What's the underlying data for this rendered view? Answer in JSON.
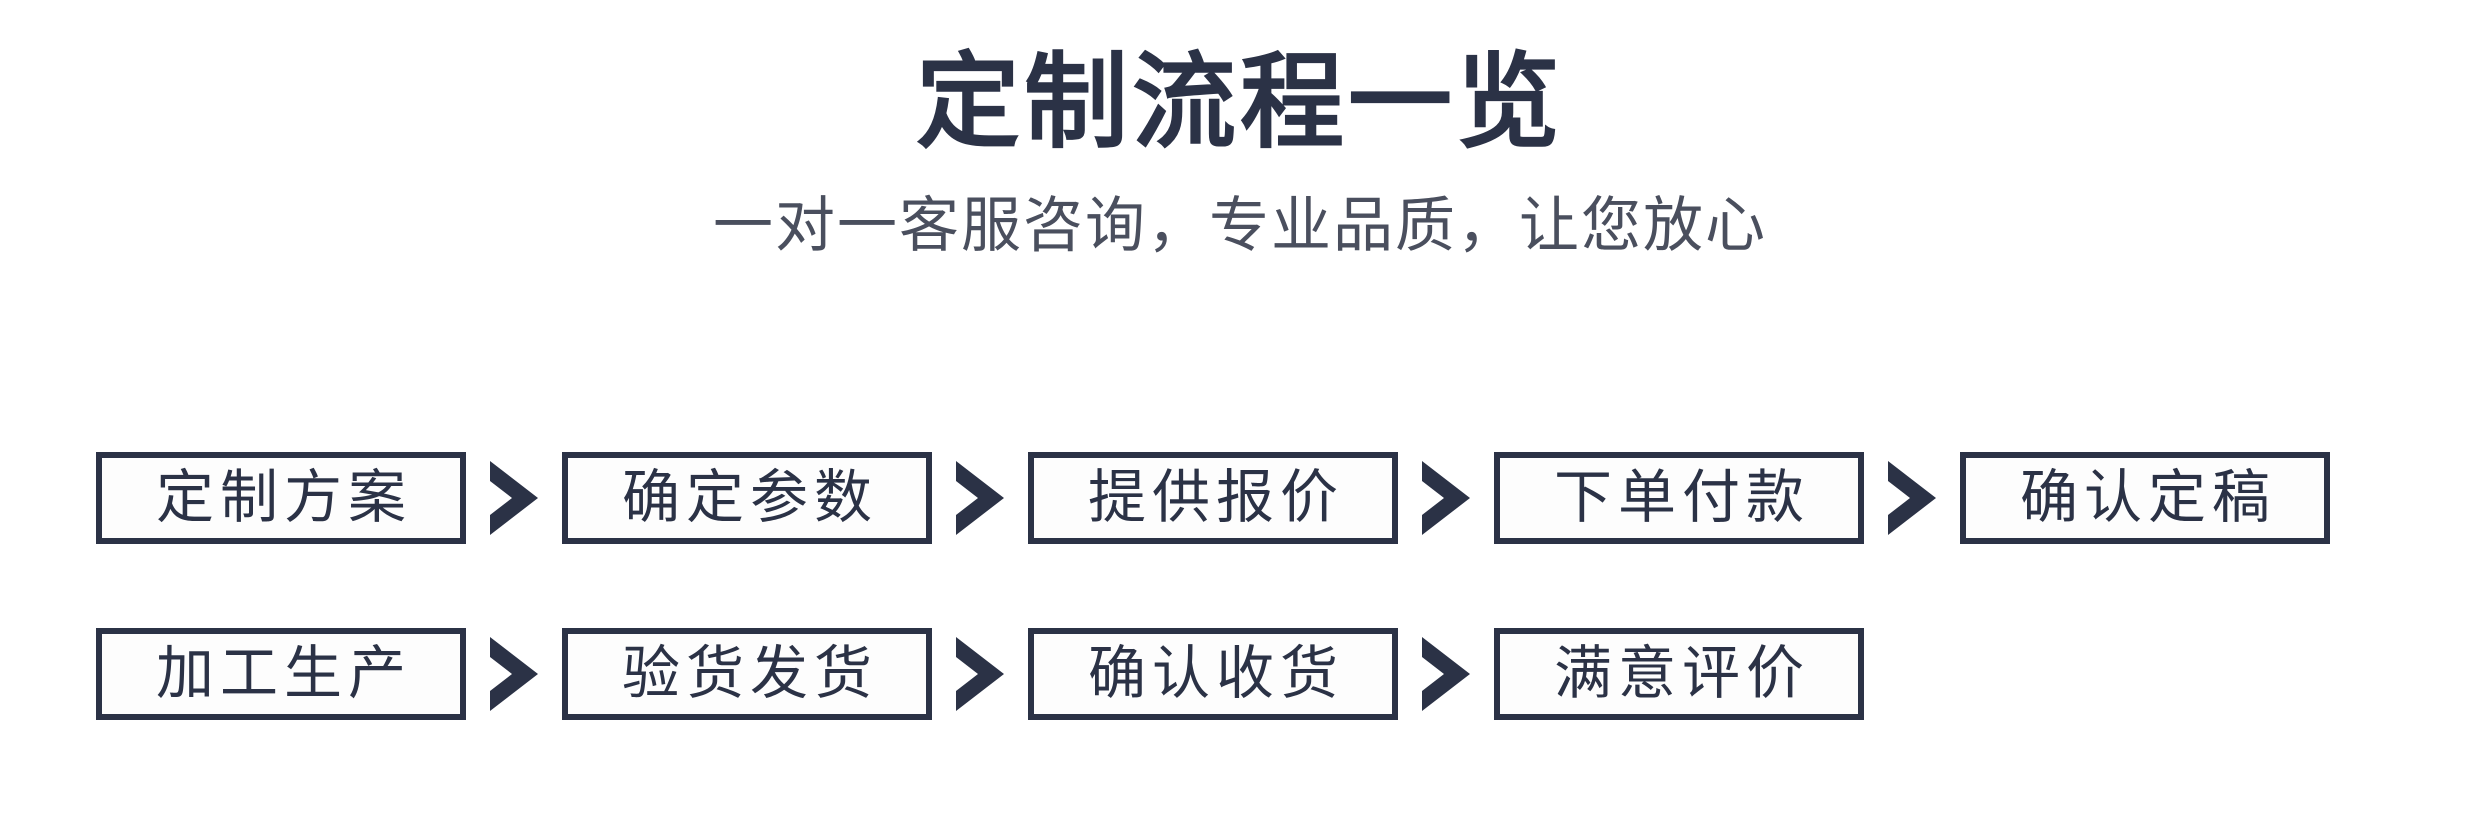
{
  "header": {
    "title": "定制流程一览",
    "subtitle": "一对一客服咨询，专业品质，让您放心"
  },
  "colors": {
    "ink": "#2b3246",
    "subtitle": "#4a4f5e",
    "background": "#ffffff",
    "box_fill": "#fdfdfd",
    "box_border": "#2b3246"
  },
  "flow": {
    "separator_icon": "chevron-right-icon",
    "rows": [
      {
        "steps": [
          {
            "label": "定制方案"
          },
          {
            "label": "确定参数"
          },
          {
            "label": "提供报价"
          },
          {
            "label": "下单付款"
          },
          {
            "label": "确认定稿"
          }
        ]
      },
      {
        "steps": [
          {
            "label": "加工生产"
          },
          {
            "label": "验货发货"
          },
          {
            "label": "确认收货"
          },
          {
            "label": "满意评价"
          }
        ]
      }
    ]
  }
}
